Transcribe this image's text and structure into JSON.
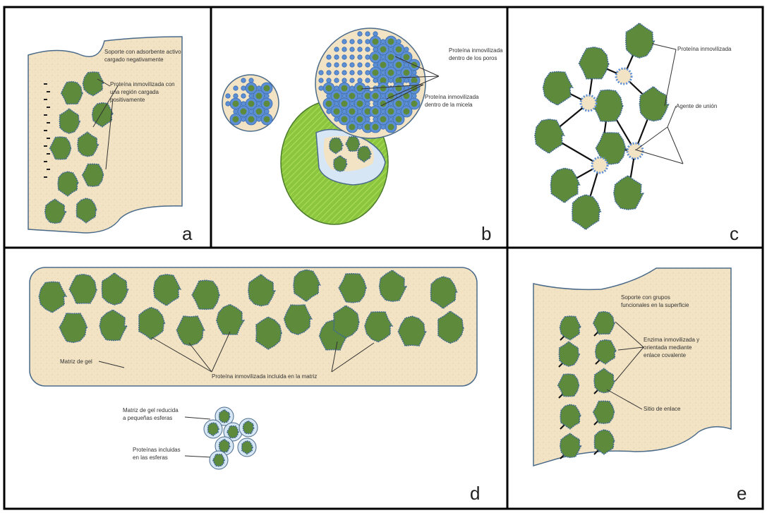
{
  "panels": {
    "a": {
      "letter": "a",
      "labels": {
        "support": [
          "Soporte con adsorbente activo",
          "cargado negativamente"
        ],
        "protein": [
          "Proteína inmovilizada con",
          "una región cargada",
          "positivamente"
        ]
      }
    },
    "b": {
      "letter": "b",
      "labels": {
        "pores": [
          "Proteína inmovilizada",
          "dentro de los poros"
        ],
        "mold": [
          "Proteína inmovilizada",
          "dentro de la micela"
        ]
      }
    },
    "c": {
      "letter": "c",
      "labels": {
        "protein": "Proteína inmovilizada",
        "binding_agent": "Agente de unión"
      }
    },
    "d": {
      "letter": "d",
      "labels": {
        "gel_matrix": "Matriz de gel",
        "protein_in_matrix": "Proteína inmovilizada incluida en la matriz",
        "gel_spheres": [
          "Matriz de gel reducida",
          "a pequeñas esferas"
        ],
        "protein_in_spheres": [
          "Proteínas incluidas",
          "en las esferas"
        ]
      }
    },
    "e": {
      "letter": "e",
      "labels": {
        "support": [
          "Soporte con grupos",
          "funcionales en la superficie"
        ],
        "enzyme": [
          "Enzima inmovilizada y",
          "orientada mediante",
          "enlace covalente"
        ],
        "site": "Sitio de enlace"
      }
    }
  },
  "colors": {
    "protein_fill": "#5e8a3c",
    "protein_edge": "#3f6a8c",
    "support_fill": "#f2e3c4",
    "support_edge": "#4a6a8a",
    "bead_blue": "#5d8fd6",
    "bead_green": "#8cc63f"
  }
}
